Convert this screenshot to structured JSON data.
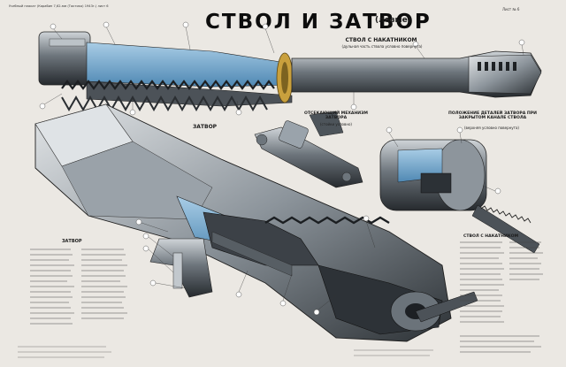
{
  "poster": {
    "title": "СТВОЛ И ЗАТВОР",
    "title_suffix": "(левые)",
    "header_left": "Учебный плакат (Карабин 7,62-мм (Тактико) 1943г.) лист 6",
    "header_right": "Лист № 6",
    "labels": {
      "barrel_with_sleeve": "СТВОЛ С НАКАТНИКОМ",
      "barrel_with_sleeve_note": "(дульная часть ствола условно повернута)",
      "breech": "ЗАТВОР",
      "extractor": "ОТСЕКАЮЩИЙ МЕХАНИЗМ ЗАТВОРА",
      "extractor_note": "(стойки условно)",
      "position": "ПОЛОЖЕНИЕ ДЕТАЛЕЙ ЗАТВОРА ПРИ ЗАКРЫТОМ КАНАЛЕ СТВОЛА",
      "position_note": "(верхняя условно повернута)"
    },
    "legend_left_title": "ЗАТВОР",
    "legend_right_title": "СТВОЛ С НАКАТНИКОМ",
    "colors": {
      "paper": "#ebe8e3",
      "steel_dark": "#3a3f45",
      "steel_light": "#9aa3ab",
      "section_blue": "#6ea7cf",
      "brass": "#c9a03d",
      "line": "#222222"
    }
  }
}
